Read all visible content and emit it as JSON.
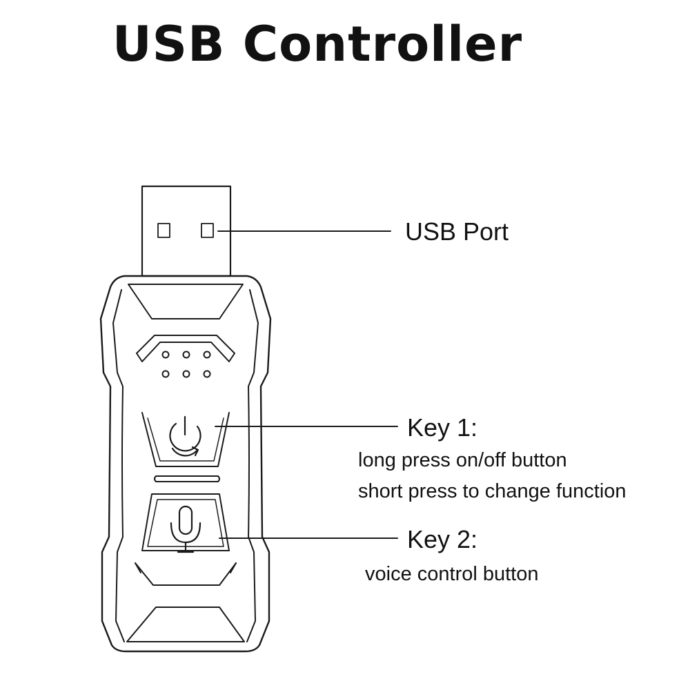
{
  "title": "USB Controller",
  "labels": {
    "usb_port": "USB Port",
    "key1": "Key 1:",
    "key1_desc_1": "long press on/off button",
    "key1_desc_2": "short press to change function",
    "key2": "Key 2:",
    "key2_desc": "voice control button"
  },
  "icons": [
    "power-cycle-icon",
    "microphone-icon"
  ],
  "colors": {
    "line": "#1a1a1a",
    "background": "#ffffff"
  }
}
